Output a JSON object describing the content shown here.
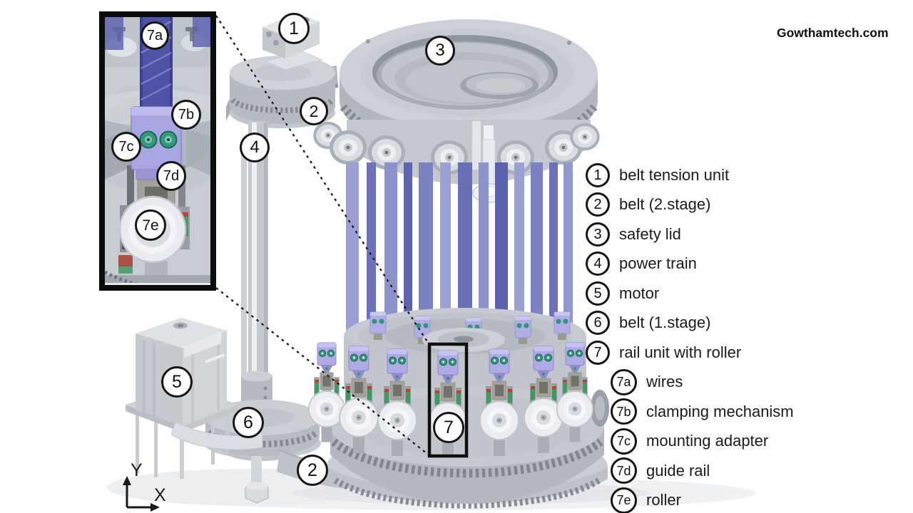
{
  "watermark": "Gowthamtech.com",
  "legend": {
    "items": [
      {
        "num": "1",
        "label": "belt tension unit"
      },
      {
        "num": "2",
        "label": "belt (2.stage)"
      },
      {
        "num": "3",
        "label": "safety lid"
      },
      {
        "num": "4",
        "label": "power train"
      },
      {
        "num": "5",
        "label": "motor"
      },
      {
        "num": "6",
        "label": "belt (1.stage)"
      },
      {
        "num": "7",
        "label": "rail unit with roller"
      },
      {
        "num": "7a",
        "label": "wires"
      },
      {
        "num": "7b",
        "label": "clamping mechanism"
      },
      {
        "num": "7c",
        "label": "mounting adapter"
      },
      {
        "num": "7d",
        "label": "guide rail"
      },
      {
        "num": "7e",
        "label": "roller"
      }
    ]
  },
  "callouts": {
    "belt_tension_unit": "1",
    "belt_stage2_top": "2",
    "safety_lid": "3",
    "power_train": "4",
    "motor": "5",
    "belt_stage1": "6",
    "belt_stage2_bottom": "2",
    "rail_unit": "7",
    "inset_wires": "7a",
    "inset_clamping": "7b",
    "inset_mounting": "7c",
    "inset_guide_rail": "7d",
    "inset_roller": "7e"
  },
  "axes": {
    "x_label": "X",
    "y_label": "Y"
  },
  "colors": {
    "wire_blue_dark": "#5c62ad",
    "wire_blue_mid": "#7c82c1",
    "wire_blue_light": "#9aa0d2",
    "clamp_purple": "#adaae5",
    "guide_green": "#2f9678",
    "carriage_green": "#3f9a62",
    "carriage_red": "#c23b2e",
    "metal_gray": "#c6cad0"
  }
}
